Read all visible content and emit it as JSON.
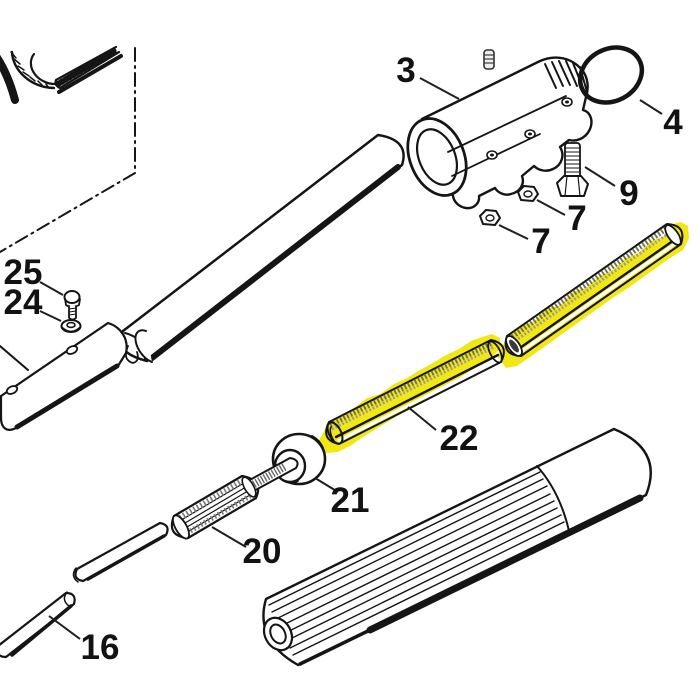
{
  "diagram": {
    "background": "#ffffff",
    "line_color": "#151515",
    "highlight_color": "#f0e714",
    "callouts": [
      {
        "label": "3",
        "part": "coupling-sleeve"
      },
      {
        "label": "4",
        "part": "o-ring"
      },
      {
        "label": "9",
        "part": "hex-bolt"
      },
      {
        "label": "7",
        "part": "hex-nut-upper"
      },
      {
        "label": "7",
        "part": "hex-nut-lower"
      },
      {
        "label": "25",
        "part": "screw"
      },
      {
        "label": "24",
        "part": "washer"
      },
      {
        "label": "22",
        "part": "drive-shaft-liner",
        "highlighted": true
      },
      {
        "label": "21",
        "part": "bushing"
      },
      {
        "label": "20",
        "part": "coupling-stud"
      },
      {
        "label": "16",
        "part": "drive-rod"
      }
    ]
  }
}
